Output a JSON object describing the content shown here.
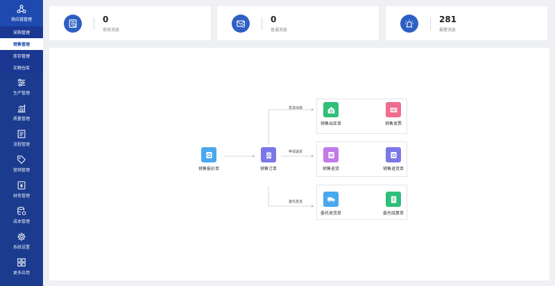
{
  "sidebar": {
    "header_label": "供应链管理",
    "sub_items": [
      "采购管理",
      "销售管理",
      "库存管理",
      "实物仓库"
    ],
    "active_sub": "销售管理",
    "items": [
      "生产管理",
      "质量管理",
      "流程管理",
      "营销管理",
      "财务管理",
      "成本管理",
      "系统设置",
      "更多应用"
    ]
  },
  "stats": [
    {
      "value": "0",
      "label": "审核消息",
      "icon": "audit-icon"
    },
    {
      "value": "0",
      "label": "普通消息",
      "icon": "mail-icon"
    },
    {
      "value": "281",
      "label": "报警消息",
      "icon": "alarm-icon"
    }
  ],
  "flow": {
    "nodes": {
      "quote": "销售报价单",
      "order": "销售订单",
      "outbound": "销售出库单",
      "invoice": "销售发票",
      "sales_return": "销售退货",
      "return_note": "销售退货单",
      "consign_ship": "委托发货单",
      "consign_settle": "委托结算单"
    },
    "edges": {
      "top": "发货出库",
      "middle": "申请退货",
      "bottom": "委托发货"
    }
  },
  "colors": {
    "sidebar": "#1b3b8f",
    "accent": "#2e5fc4",
    "quote": "#4aa8f0",
    "order": "#7a78e6",
    "outbound": "#2fbf7a",
    "invoice": "#f06c8e",
    "sales_return": "#c17be8",
    "return_note": "#7a78e6",
    "consign_ship": "#4aa8f0",
    "consign_settle": "#2fbf7a"
  }
}
